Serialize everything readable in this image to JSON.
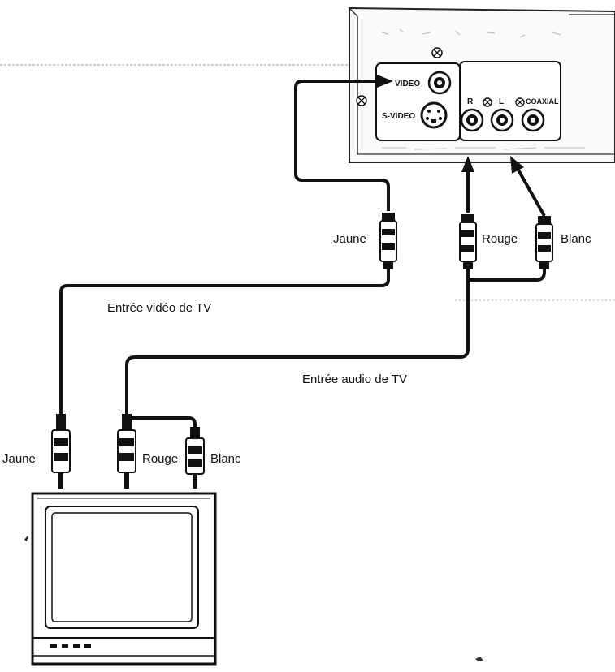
{
  "player_panel": {
    "video_label": "VIDEO",
    "svideo_label": "S-VIDEO",
    "right_label": "R",
    "left_label": "L",
    "coaxial_label": "COAXIAL"
  },
  "cable_labels": {
    "player_yellow": "Jaune",
    "player_red": "Rouge",
    "player_white": "Blanc",
    "tv_yellow": "Jaune",
    "tv_red": "Rouge",
    "tv_white": "Blanc"
  },
  "captions": {
    "video_input": "Entrée vidéo de TV",
    "audio_input": "Entrée audio de TV"
  }
}
